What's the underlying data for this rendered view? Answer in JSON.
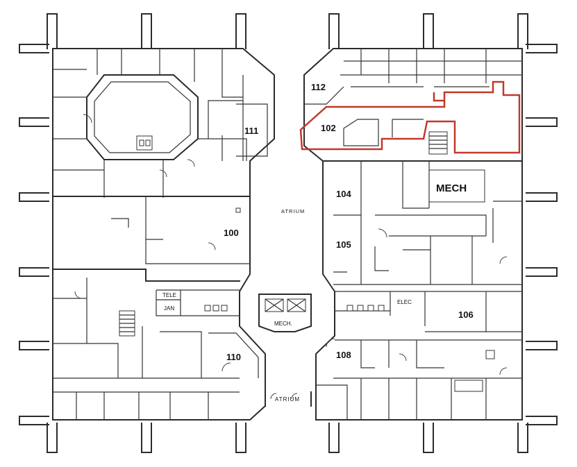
{
  "rooms": {
    "r100": "100",
    "r102": "102",
    "r104": "104",
    "r105": "105",
    "r106": "106",
    "r108": "108",
    "r110": "110",
    "r111": "111",
    "r112": "112"
  },
  "labels": {
    "atrium_top": "ATRIUM",
    "atrium_bottom": "ATRIUM",
    "mech_main": "MECH",
    "mech_small": "MECH.",
    "tele": "TELE",
    "jan": "JAN",
    "elec": "ELEC"
  },
  "colors": {
    "highlight": "#c0392b",
    "wall": "#2b2b2b"
  }
}
